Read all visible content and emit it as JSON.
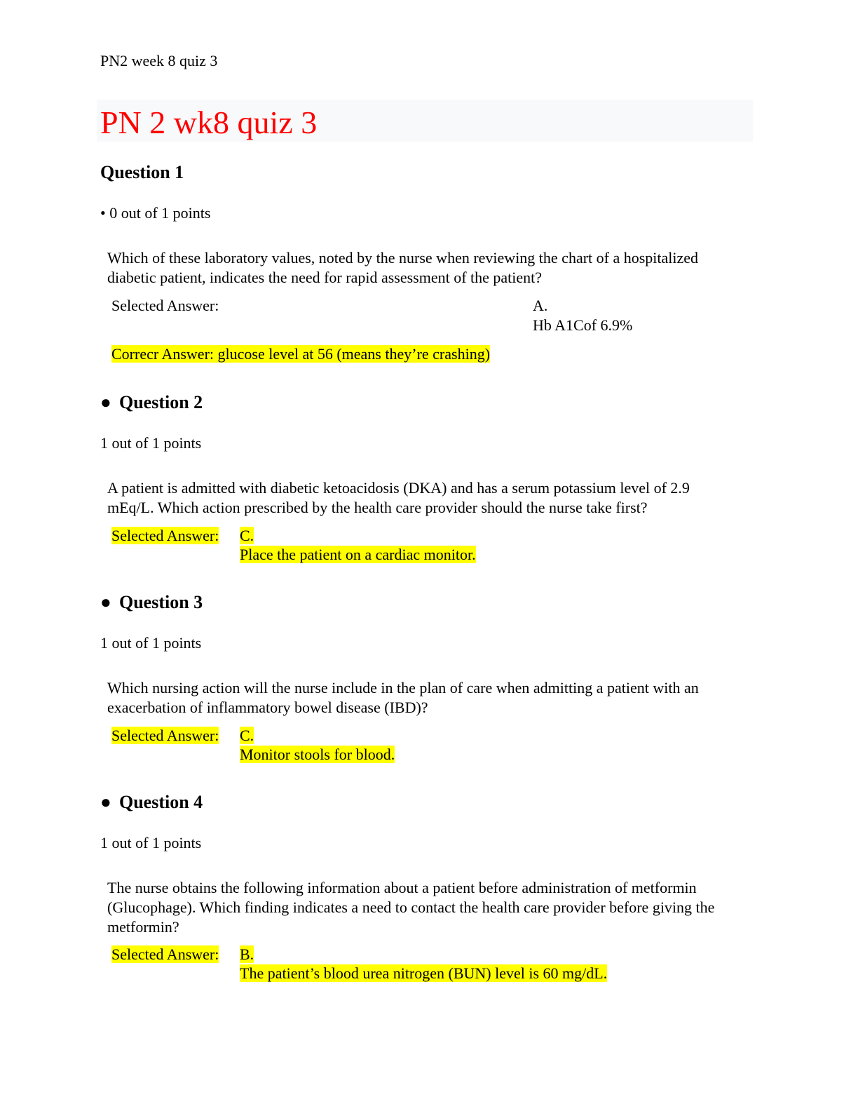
{
  "header": {
    "doc_label": "PN2 week 8 quiz 3"
  },
  "title": "PN 2 wk8 quiz 3",
  "questions": [
    {
      "heading": "Question 1",
      "points": "• 0 out of 1 points",
      "text": "Which of these laboratory values, noted by the nurse when reviewing the chart of a hospitalized diabetic patient, indicates the need for rapid assessment of the patient?",
      "selected_label": "Selected Answer:",
      "selected_letter": "A.",
      "selected_text": "Hb A1Cof 6.9%",
      "correct_note": "Correcr Answer: glucose level at 56 (means they’re crashing)"
    },
    {
      "heading": "Question 2",
      "points": "1 out of 1 points",
      "text": "A patient is admitted with diabetic ketoacidosis (DKA) and has a serum potassium level of 2.9 mEq/L. Which action prescribed by the health care provider should the nurse take first?",
      "selected_label": "Selected Answer:",
      "selected_letter": "C.",
      "selected_text": "Place the patient on a cardiac monitor."
    },
    {
      "heading": "Question 3",
      "points": "1 out of 1 points",
      "text": "Which nursing action will the nurse include in the plan of care when admitting a patient with an exacerbation of inflammatory bowel disease (IBD)?",
      "selected_label": "Selected Answer:",
      "selected_letter": "C.",
      "selected_text": "Monitor stools for blood."
    },
    {
      "heading": "Question 4",
      "points": "1 out of 1 points",
      "text": "The nurse obtains the following information about a patient before administration of metformin (Glucophage). Which finding indicates a need to contact the health care provider before giving the metformin?",
      "selected_label": "Selected Answer:",
      "selected_letter": "B.",
      "selected_text": "The patient’s blood urea nitrogen (BUN) level is 60 mg/dL."
    }
  ],
  "colors": {
    "title": "#ff0000",
    "highlight": "#ffff00",
    "title_band": "#f8f9fa"
  }
}
